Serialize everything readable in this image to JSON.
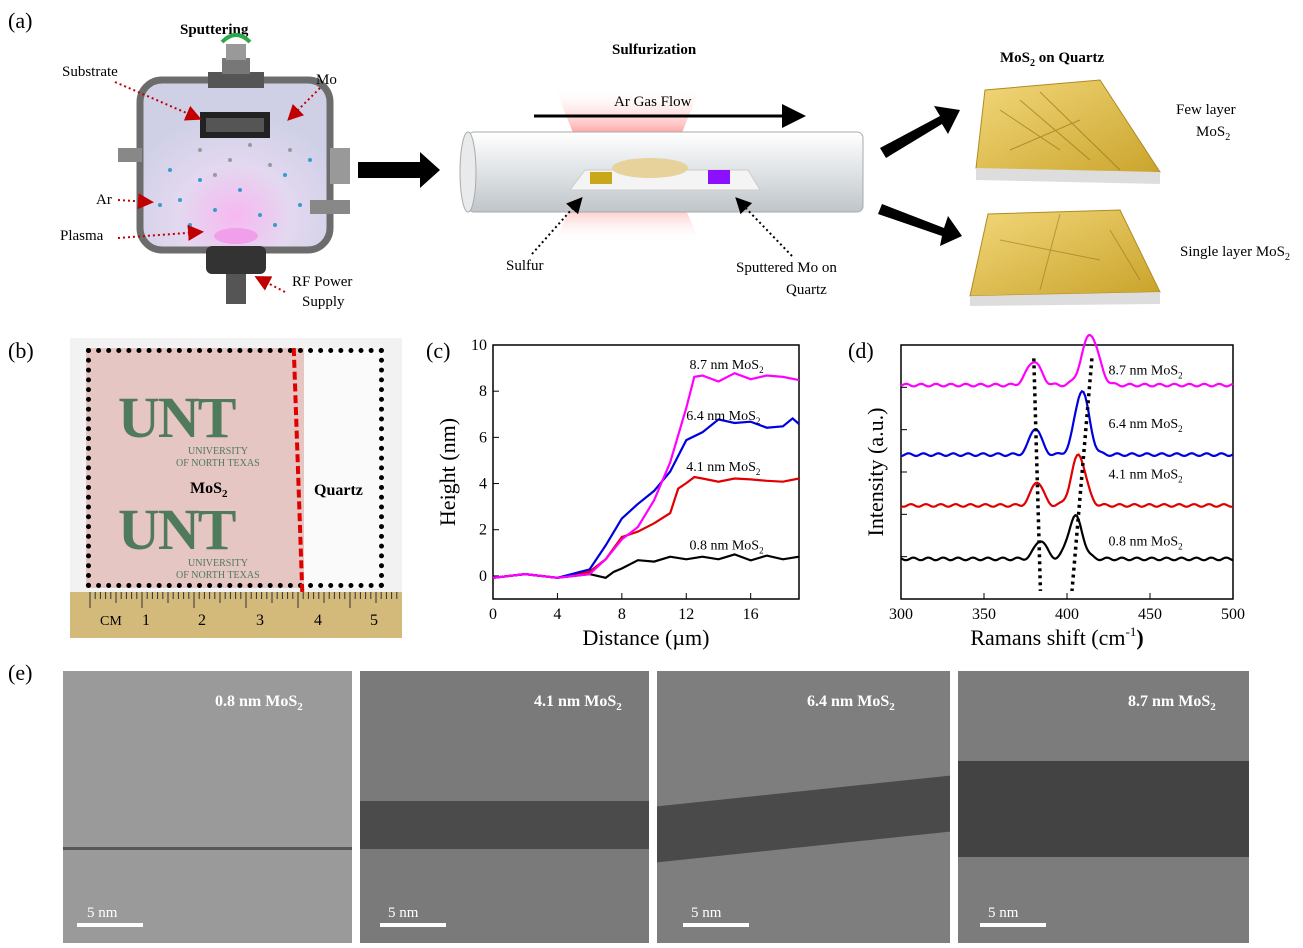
{
  "panel_a": {
    "label": "(a)",
    "sputtering": {
      "title": "Sputtering",
      "substrate": "Substrate",
      "mo": "Mo",
      "ar": "Ar",
      "plasma": "Plasma",
      "rf_1": "RF Power",
      "rf_2": "Supply"
    },
    "sulfurization": {
      "title": "Sulfurization",
      "ar_flow": "Ar Gas Flow",
      "sulfur": "Sulfur",
      "mo_1": "Sputtered Mo on",
      "mo_2": "Quartz"
    },
    "result": {
      "title_pre": "MoS",
      "title_sub": "2",
      "title_post": " on Quartz",
      "few_1": "Few layer",
      "few_2": "MoS",
      "few_sub": "2",
      "single": "Single layer MoS",
      "single_sub": "2"
    }
  },
  "panel_b": {
    "label": "(b)",
    "mos2": "MoS",
    "mos2_sub": "2",
    "quartz": "Quartz",
    "cm": "CM",
    "ticks": [
      "1",
      "2",
      "3",
      "4",
      "5"
    ],
    "logo": "UNT",
    "uni_1": "UNIVERSITY",
    "uni_2": "OF NORTH TEXAS"
  },
  "panel_c": {
    "label": "(c)"
  },
  "panel_d": {
    "label": "(d)"
  },
  "panel_e": {
    "label": "(e)",
    "images": [
      {
        "label": "0.8 nm MoS",
        "sub": "2",
        "scale": "5 nm"
      },
      {
        "label": "4.1 nm MoS",
        "sub": "2",
        "scale": "5 nm"
      },
      {
        "label": "6.4 nm MoS",
        "sub": "2",
        "scale": "5 nm"
      },
      {
        "label": "8.7 nm MoS",
        "sub": "2",
        "scale": "5 nm"
      }
    ]
  },
  "chart_data": [
    {
      "type": "line",
      "xlabel": "Distance (µm)",
      "ylabel": "Height (nm)",
      "xlim": [
        0,
        19
      ],
      "ylim": [
        -1,
        10
      ],
      "xticks": [
        0,
        4,
        8,
        12,
        16
      ],
      "yticks": [
        0,
        2,
        4,
        6,
        8,
        10
      ],
      "series": [
        {
          "name": "0.8 nm MoS2",
          "color": "#000000",
          "x": [
            0,
            2,
            4,
            6,
            7,
            7.5,
            8,
            9,
            10,
            11,
            12,
            13,
            14,
            15,
            16,
            17,
            18,
            19
          ],
          "y": [
            0,
            0,
            0,
            0,
            0,
            0.1,
            0.4,
            0.6,
            0.7,
            0.75,
            0.8,
            0.75,
            0.8,
            0.85,
            0.75,
            0.8,
            0.8,
            0.75
          ]
        },
        {
          "name": "4.1 nm MoS2",
          "color": "#e00000",
          "x": [
            0,
            2,
            4,
            6,
            7,
            8,
            9,
            10,
            11,
            11.5,
            12,
            12.5,
            13,
            14,
            15,
            16,
            17,
            18,
            19
          ],
          "y": [
            0,
            0,
            0,
            0.1,
            0.8,
            1.6,
            2.0,
            2.2,
            2.8,
            3.7,
            4.1,
            4.2,
            4.3,
            4.0,
            4.3,
            4.1,
            4.2,
            4.0,
            4.3
          ]
        },
        {
          "name": "6.4 nm MoS2",
          "color": "#0000e0",
          "x": [
            0,
            2,
            4,
            6,
            7,
            8,
            9,
            10,
            11,
            12,
            13,
            14,
            15,
            16,
            17,
            18,
            18.6,
            19
          ],
          "y": [
            0,
            0,
            0,
            0.2,
            1.4,
            2.4,
            3.2,
            3.6,
            4.6,
            5.8,
            6.3,
            6.7,
            6.7,
            6.6,
            6.5,
            6.4,
            6.9,
            6.5
          ]
        },
        {
          "name": "8.7 nm MoS2",
          "color": "#ff00ff",
          "x": [
            0,
            2,
            4,
            6,
            7,
            8,
            9,
            10,
            11,
            12,
            12.5,
            13,
            14,
            15,
            16,
            17,
            18,
            19
          ],
          "y": [
            0,
            0,
            0,
            0,
            0.8,
            1.5,
            2.2,
            3.2,
            5.0,
            7.2,
            8.7,
            8.6,
            8.5,
            8.7,
            8.6,
            8.6,
            8.7,
            8.4
          ]
        }
      ],
      "annotations": [
        {
          "text": "8.7 nm MoS",
          "sub": "2"
        },
        {
          "text": "6.4 nm MoS",
          "sub": "2"
        },
        {
          "text": "4.1 nm MoS",
          "sub": "2"
        },
        {
          "text": "0.8 nm MoS",
          "sub": "2"
        }
      ]
    },
    {
      "type": "line",
      "xlabel": "Ramans shift (cm",
      "xlabel_sup": "-1",
      "xlabel_end": ")",
      "ylabel": "Intensity (a.u.)",
      "xlim": [
        300,
        500
      ],
      "xticks": [
        300,
        350,
        400,
        450,
        500
      ],
      "yticks_unlabeled": 5,
      "peak_guides": [
        {
          "x_top": 380,
          "x_bottom": 384
        },
        {
          "x_top": 415,
          "x_bottom": 403
        }
      ],
      "series": [
        {
          "name": "0.8 nm MoS2",
          "color": "#000000",
          "offset": 0,
          "peaks": [
            {
              "x": 384,
              "h": 0.7,
              "w": 5
            },
            {
              "x": 405,
              "h": 1.6,
              "w": 6
            }
          ],
          "base": 0.3
        },
        {
          "name": "4.1 nm MoS2",
          "color": "#e00000",
          "offset": 2.3,
          "peaks": [
            {
              "x": 382,
              "h": 0.9,
              "w": 5
            },
            {
              "x": 407,
              "h": 1.9,
              "w": 6
            }
          ],
          "base": 0
        },
        {
          "name": "6.4 nm MoS2",
          "color": "#0000e0",
          "offset": 4.2,
          "peaks": [
            {
              "x": 381,
              "h": 1.0,
              "w": 5
            },
            {
              "x": 409,
              "h": 2.4,
              "w": 6
            }
          ],
          "base": 0
        },
        {
          "name": "8.7 nm MoS2",
          "color": "#ff00ff",
          "offset": 6.8,
          "peaks": [
            {
              "x": 380,
              "h": 0.9,
              "w": 6
            },
            {
              "x": 414,
              "h": 1.9,
              "w": 7
            }
          ],
          "base": 0
        }
      ],
      "annotations": [
        {
          "text": "8.7 nm MoS",
          "sub": "2"
        },
        {
          "text": "6.4 nm MoS",
          "sub": "2"
        },
        {
          "text": "4.1 nm MoS",
          "sub": "2"
        },
        {
          "text": "0.8 nm MoS",
          "sub": "2"
        }
      ]
    }
  ]
}
